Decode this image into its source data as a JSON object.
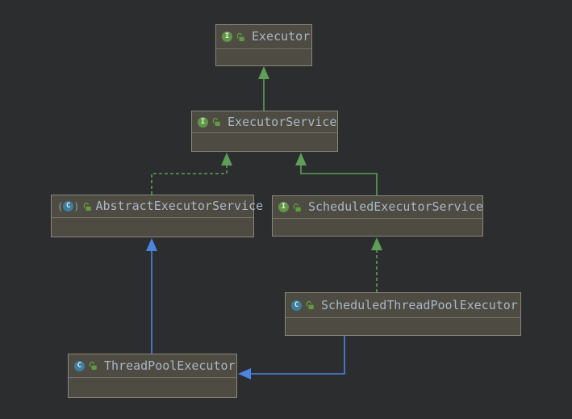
{
  "diagram": {
    "nodes": {
      "executor": {
        "label": "Executor",
        "kind": "interface",
        "icon_letter": "I",
        "visibility": "public"
      },
      "executor_service": {
        "label": "ExecutorService",
        "kind": "interface",
        "icon_letter": "I",
        "visibility": "public"
      },
      "abstract_executor_service": {
        "label": "AbstractExecutorService",
        "kind": "abstract-class",
        "icon_letter": "C",
        "icon_paren_open": "(",
        "icon_paren_close": ")",
        "visibility": "public"
      },
      "scheduled_executor_service": {
        "label": "ScheduledExecutorService",
        "kind": "interface",
        "icon_letter": "I",
        "visibility": "public"
      },
      "scheduled_thread_pool_executor": {
        "label": "ScheduledThreadPoolExecutor",
        "kind": "class",
        "icon_letter": "C",
        "visibility": "public"
      },
      "thread_pool_executor": {
        "label": "ThreadPoolExecutor",
        "kind": "class",
        "icon_letter": "C",
        "visibility": "public"
      }
    },
    "edges": [
      {
        "from": "ExecutorService",
        "to": "Executor",
        "relation": "extends",
        "line_style": "solid",
        "color": "#5e9e58"
      },
      {
        "from": "AbstractExecutorService",
        "to": "ExecutorService",
        "relation": "implements",
        "line_style": "dashed",
        "color": "#5e9e58"
      },
      {
        "from": "ScheduledExecutorService",
        "to": "ExecutorService",
        "relation": "extends",
        "line_style": "solid",
        "color": "#5e9e58"
      },
      {
        "from": "ScheduledThreadPoolExecutor",
        "to": "ScheduledExecutorService",
        "relation": "implements",
        "line_style": "dashed",
        "color": "#5e9e58"
      },
      {
        "from": "ThreadPoolExecutor",
        "to": "AbstractExecutorService",
        "relation": "extends",
        "line_style": "solid",
        "color": "#4d84e2"
      },
      {
        "from": "ScheduledThreadPoolExecutor",
        "to": "ThreadPoolExecutor",
        "relation": "extends",
        "line_style": "solid",
        "color": "#4d84e2"
      }
    ],
    "colors": {
      "background": "#2b2d2e",
      "node_fill": "#4e4b43",
      "node_border": "#8a867c",
      "node_divider": "#76716a",
      "label_text": "#a9b7c6",
      "interface_extends_green": "#5e9e58",
      "class_extends_blue": "#4d84e2",
      "interface_icon_green": "#619647",
      "class_icon_teal": "#3f7f9d",
      "public_lock_green": "#5f9b41"
    }
  }
}
